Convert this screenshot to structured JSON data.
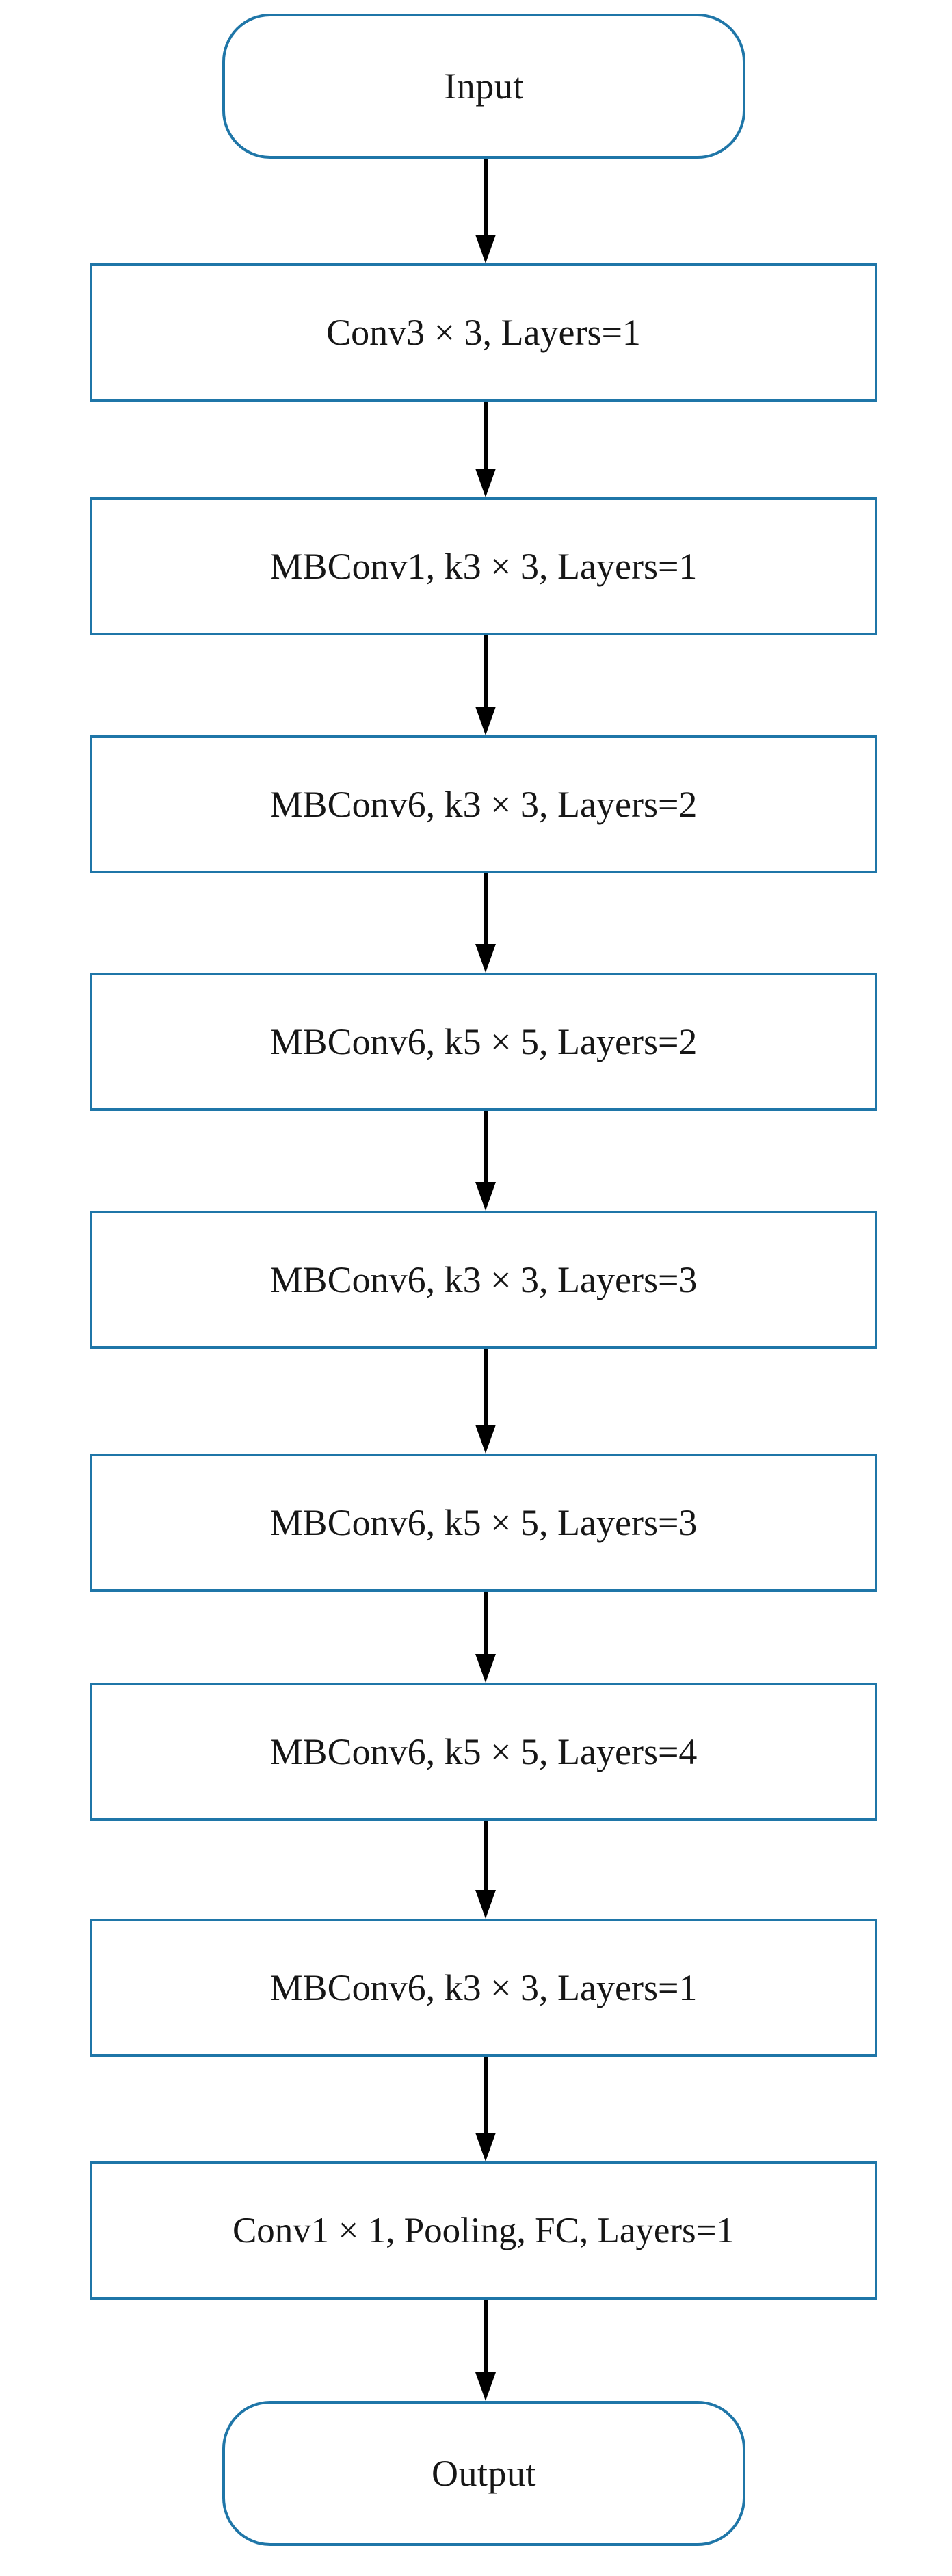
{
  "diagram": {
    "title": "EfficientNet-B0 backbone architecture flowchart",
    "orientation": "top-to-bottom",
    "accent_color": "#1F76A8",
    "text_color": "#161616",
    "arrow_color": "#000000",
    "background_color": "#FFFFFF"
  },
  "nodes": [
    {
      "id": "input",
      "shape": "rounded-rectangle",
      "label": "Input"
    },
    {
      "id": "stem",
      "shape": "rectangle",
      "label": "Conv3 × 3, Layers=1"
    },
    {
      "id": "stage1",
      "shape": "rectangle",
      "label": "MBConv1, k3 × 3, Layers=1"
    },
    {
      "id": "stage2",
      "shape": "rectangle",
      "label": "MBConv6, k3 × 3, Layers=2"
    },
    {
      "id": "stage3",
      "shape": "rectangle",
      "label": "MBConv6, k5 × 5, Layers=2"
    },
    {
      "id": "stage4",
      "shape": "rectangle",
      "label": "MBConv6, k3 × 3, Layers=3"
    },
    {
      "id": "stage5",
      "shape": "rectangle",
      "label": "MBConv6, k5 × 5, Layers=3"
    },
    {
      "id": "stage6",
      "shape": "rectangle",
      "label": "MBConv6, k5 × 5, Layers=4"
    },
    {
      "id": "stage7",
      "shape": "rectangle",
      "label": "MBConv6, k3 × 3, Layers=1"
    },
    {
      "id": "head",
      "shape": "rectangle",
      "label": "Conv1 × 1, Pooling, FC, Layers=1"
    },
    {
      "id": "output",
      "shape": "rounded-rectangle",
      "label": "Output"
    }
  ],
  "edges": [
    {
      "from": "input",
      "to": "stem",
      "style": "arrow-down"
    },
    {
      "from": "stem",
      "to": "stage1",
      "style": "arrow-down"
    },
    {
      "from": "stage1",
      "to": "stage2",
      "style": "arrow-down"
    },
    {
      "from": "stage2",
      "to": "stage3",
      "style": "arrow-down"
    },
    {
      "from": "stage3",
      "to": "stage4",
      "style": "arrow-down"
    },
    {
      "from": "stage4",
      "to": "stage5",
      "style": "arrow-down"
    },
    {
      "from": "stage5",
      "to": "stage6",
      "style": "arrow-down"
    },
    {
      "from": "stage6",
      "to": "stage7",
      "style": "arrow-down"
    },
    {
      "from": "stage7",
      "to": "head",
      "style": "arrow-down"
    },
    {
      "from": "head",
      "to": "output",
      "style": "arrow-down"
    }
  ]
}
